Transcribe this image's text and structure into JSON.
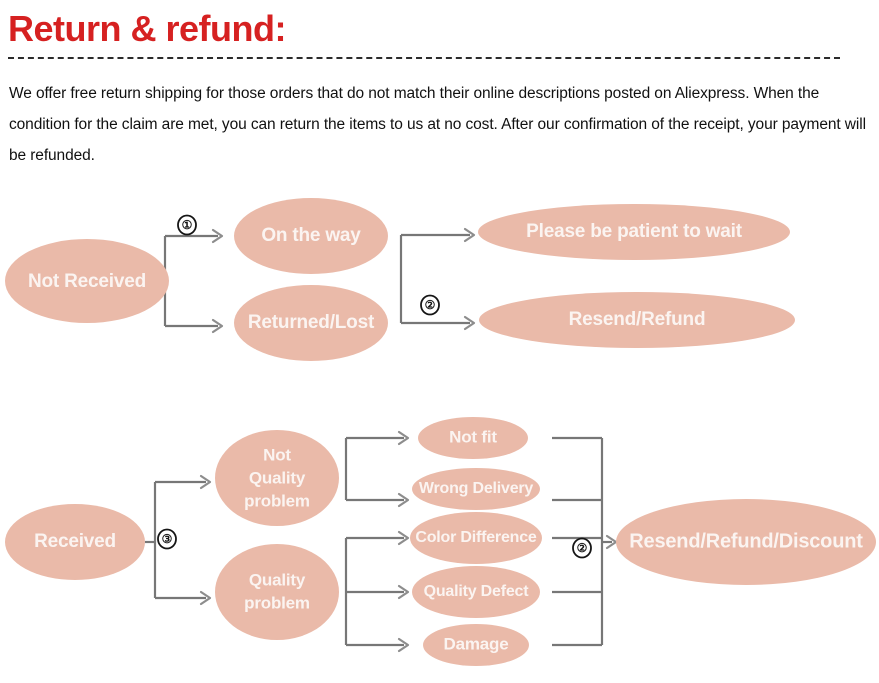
{
  "header": {
    "title": "Return & refund:",
    "title_color": "#d62121",
    "divider_style": "dashed",
    "paragraph": "We offer free return shipping for  those orders that do not  match their online descriptions  posted on Aliexpress. When the condition for the claim are met, you can return the items to us at no cost. After our confirmation of the receipt, your payment will be refunded."
  },
  "theme": {
    "node_fill": "#eabaa9",
    "node_text": "#fbf4f1",
    "connector": "#777777",
    "marker_text": "#151515",
    "background": "#ffffff"
  },
  "flow_not_received": {
    "nodes": {
      "start": "Not Received",
      "on_the_way": "On the way",
      "returned_lost": "Returned/Lost",
      "please_wait": "Please be patient to wait",
      "resend_refund": "Resend/Refund"
    },
    "markers": {
      "first": "①",
      "second": "②"
    }
  },
  "flow_received": {
    "nodes": {
      "start": "Received",
      "not_quality_problem_line1": "Not",
      "not_quality_problem_line2": "Quality",
      "not_quality_problem_line3": "problem",
      "quality_problem_line1": "Quality",
      "quality_problem_line2": "problem",
      "not_fit": "Not fit",
      "wrong_delivery": "Wrong Delivery",
      "color_difference": "Color Difference",
      "quality_defect": "Quality Defect",
      "damage": "Damage",
      "outcome": "Resend/Refund/Discount"
    },
    "markers": {
      "split": "③",
      "merge": "②"
    }
  }
}
